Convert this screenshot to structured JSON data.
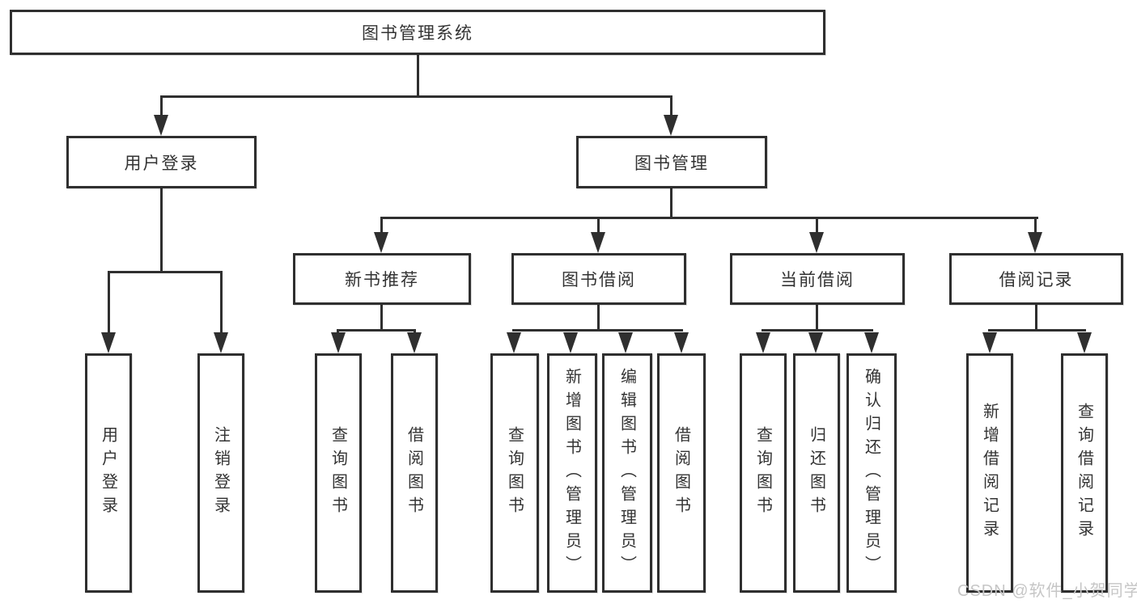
{
  "colors": {
    "line": "#2f2f2f",
    "text": "#333333",
    "background": "#ffffff",
    "watermark": "#c6c6c6"
  },
  "nodes": {
    "root": {
      "label": "图书管理系统"
    },
    "userLogin": {
      "label": "用户登录"
    },
    "bookMgmt": {
      "label": "图书管理"
    },
    "newBookRec": {
      "label": "新书推荐"
    },
    "bookBorrow": {
      "label": "图书借阅"
    },
    "currentBorrow": {
      "label": "当前借阅"
    },
    "borrowRecord": {
      "label": "借阅记录"
    },
    "leafUserLogin": {
      "label": "用户登录"
    },
    "leafLogout": {
      "label": "注销登录"
    },
    "leafQueryBooksA": {
      "label": "查询图书"
    },
    "leafBorrowBooksA": {
      "label": "借阅图书"
    },
    "leafQueryBooksB": {
      "label": "查询图书"
    },
    "leafAddBooks": {
      "label": "新增图书（管理员）"
    },
    "leafEditBooks": {
      "label": "编辑图书（管理员）"
    },
    "leafBorrowBooksB": {
      "label": "借阅图书"
    },
    "leafQueryBooksC": {
      "label": "查询图书"
    },
    "leafReturnBooks": {
      "label": "归还图书"
    },
    "leafConfirmReturn": {
      "label": "确认归还（管理员）"
    },
    "leafAddBorrowRecord": {
      "label": "新增借阅记录"
    },
    "leafQueryBorrowRecord": {
      "label": "查询借阅记录"
    }
  },
  "watermark": {
    "text": "CSDN @软件_小贺同学"
  }
}
